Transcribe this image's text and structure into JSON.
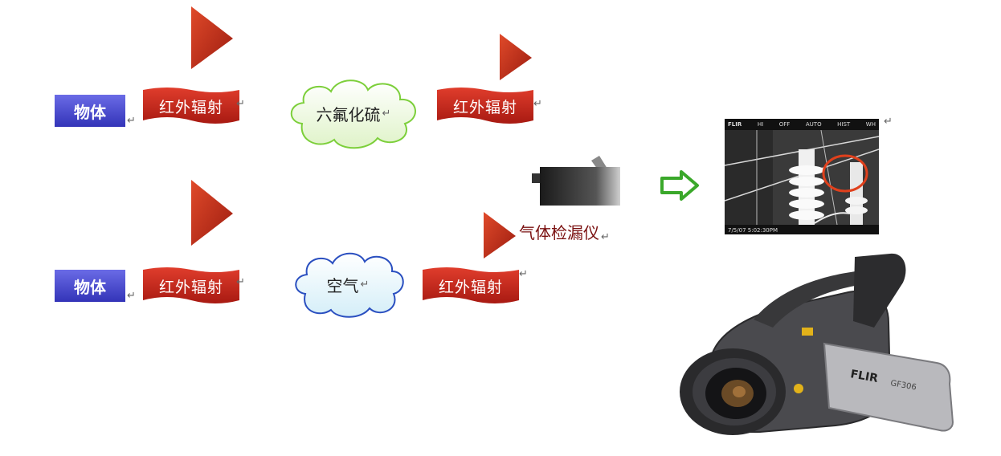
{
  "object_label": "物体",
  "radiation_label": "红外辐射",
  "return_mark": "↵",
  "gas_sf6": "六氟化硫",
  "gas_air": "空气",
  "detector_label": "气体检漏仪",
  "thermal_screen": {
    "header_items": [
      "FLIR",
      "HI",
      "OFF",
      "AUTO",
      "HIST",
      "WH"
    ],
    "footer_text": "7/5/07 5:02:30PM"
  },
  "camera": {
    "brand": "FLIR",
    "model": "GF306"
  },
  "colors": {
    "object_box": "#4344cf",
    "banner_red": "#c8281c",
    "triangle_red": "#c52d1a",
    "cloud_green_border": "#7ccf3a",
    "cloud_blue_border": "#2a4fc0",
    "arrow_green": "#3aa82a",
    "ellipse_red": "#e0401c"
  }
}
